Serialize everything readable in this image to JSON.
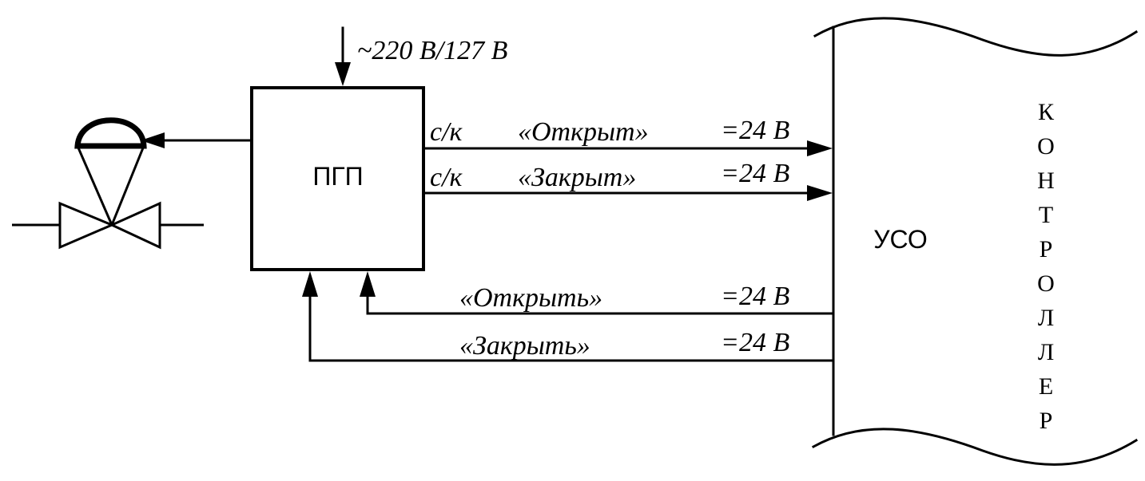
{
  "power_supply": "~220 В/127 В",
  "pgp_block": "ПГП",
  "uso_block": "УСО",
  "controller_label": "КОНТРОЛЛЕР",
  "signals": {
    "out_open": {
      "prefix": "с/к",
      "name": "«Открыт»",
      "voltage": "=24 В"
    },
    "out_closed": {
      "prefix": "с/к",
      "name": "«Закрыт»",
      "voltage": "=24 В"
    },
    "in_open": {
      "name": "«Открыть»",
      "voltage": "=24 В"
    },
    "in_close": {
      "name": "«Закрыть»",
      "voltage": "=24 В"
    }
  }
}
